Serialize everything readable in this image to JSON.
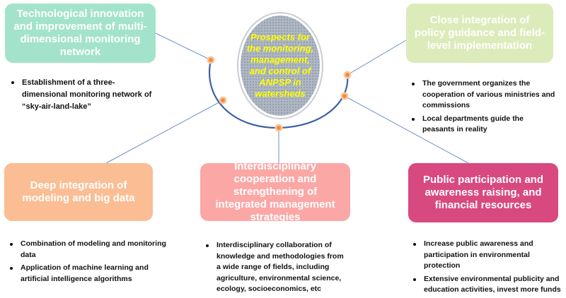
{
  "center": {
    "label": "Prospects for the monitoring, management, and control of ANPSP in watersheds"
  },
  "nodes": [
    {
      "id": "tl",
      "title": "Technological innovation and improvement of multi-dimensional monitoring network",
      "bullets": [
        "Establishment of a three-dimensional monitoring network of “sky-air-land-lake”"
      ]
    },
    {
      "id": "tr",
      "title": "Close integration of policy guidance and field-level implementation",
      "bullets": [
        "The government organizes the cooperation of various ministries and commissions",
        "Local departments guide the peasants in reality"
      ]
    },
    {
      "id": "bl",
      "title": "Deep integration of modeling and big data",
      "bullets": [
        "Combination of modeling and monitoring data",
        "Application of machine learning and artificial intelligence algorithms"
      ]
    },
    {
      "id": "bc",
      "title": "Interdisciplinary cooperation and strengthening of integrated management strategies",
      "bullets": [
        "Interdisciplinary collaboration of knowledge and methodologies from a wide range of fields, including agriculture, environmental science, ecology, socioeconomics, etc"
      ]
    },
    {
      "id": "br",
      "title": "Public participation and awareness raising, and financial resources",
      "bullets": [
        "Increase public awareness and participation in environmental protection",
        "Extensive environmental publicity and education activities, invest more funds"
      ]
    }
  ],
  "colors": {
    "tl": "#a3e3cc",
    "tr": "#dcebba",
    "bl": "#fbbd93",
    "bc": "#fba7a6",
    "br": "#d8497f",
    "arc": "#3f5fa6",
    "connector": "#6f8fcf",
    "dot": "#f28c3c",
    "center_text": "#ffff00"
  }
}
